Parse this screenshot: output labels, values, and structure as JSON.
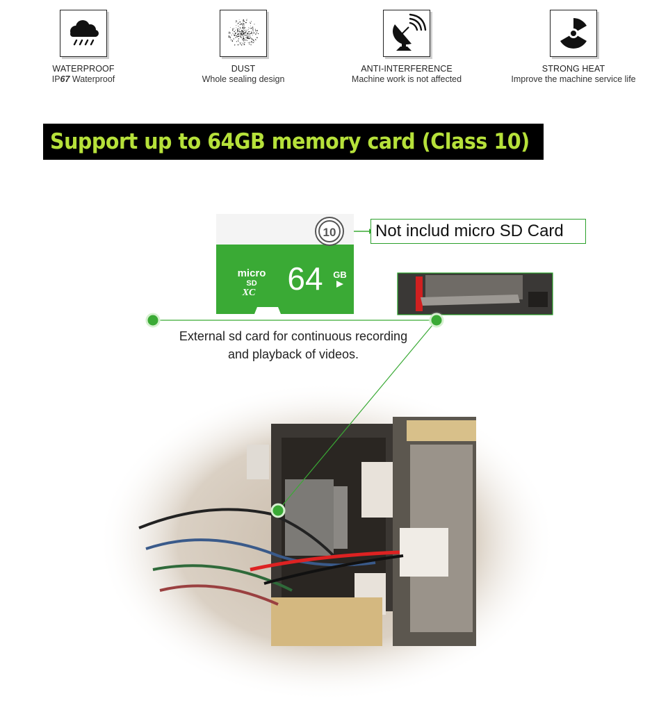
{
  "features": [
    {
      "icon": "cloud-rain-icon",
      "title": "WATERPROOF",
      "sub_prefix": "IP",
      "sub_bold": "67",
      "sub_suffix": " Waterproof"
    },
    {
      "icon": "dust-icon",
      "title": "DUST",
      "sub": "Whole sealing design"
    },
    {
      "icon": "satellite-dish-icon",
      "title": "ANTI-INTERFERENCE",
      "sub": "Machine work is not affected"
    },
    {
      "icon": "radiation-icon",
      "title": "STRONG HEAT",
      "sub": "Improve the machine service life"
    }
  ],
  "banner": {
    "text": "Support up to 64GB memory card (Class 10)"
  },
  "sd_card": {
    "brand_top": "micro",
    "brand_sd": "SD",
    "brand_xc": "XC",
    "capacity": "64",
    "unit": "GB",
    "class": "10"
  },
  "callout": {
    "text": "Not includ micro SD Card"
  },
  "description": {
    "line1": "External sd card for continuous recording",
    "line2": "and playback of videos."
  },
  "colors": {
    "accent_green": "#2aa02a",
    "card_green": "#3aaa35",
    "banner_text": "#b6e13a",
    "banner_bg": "#000000"
  }
}
